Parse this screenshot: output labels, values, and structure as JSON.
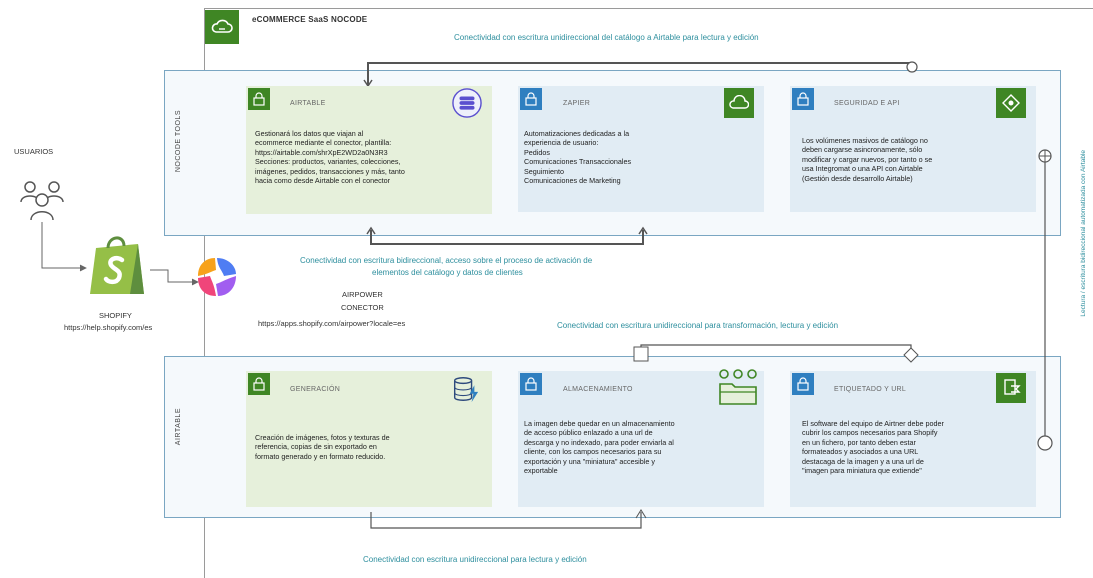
{
  "frame": {
    "title": "eCOMMERCE SaaS NOCODE"
  },
  "connections": {
    "top": "Conectividad con escritura unidireccional del catálogo a Airtable para lectura y edición",
    "middle_line1": "Conectividad con escritura bidireccional, acceso sobre el proceso de activación de",
    "middle_line2": "elementos del catálogo y datos de clientes",
    "lower": "Conectividad con escritura  unidireccional para transformación, lectura y edición",
    "bottom": "Conectividad con escritura  unidireccional para lectura y edición",
    "right_side": "Lectura / escritura bidireccional automatizada con Airtable"
  },
  "left": {
    "users_label": "USUARIOS",
    "shopify_label": "SHOPIFY",
    "shopify_url": "https://help.shopify.com/es",
    "airpower_label_1": "AIRPOWER",
    "airpower_label_2": "CONECTOR",
    "airpower_url": "https://apps.shopify.com/airpower?locale=es"
  },
  "groups": {
    "nocode_tools": "NOCODE TOOLS",
    "airtable": "AIRTABLE"
  },
  "cards": {
    "airtable": {
      "title": "AIRTABLE",
      "lines": [
        "Gestionará los datos que viajan al",
        "ecommerce mediante el conector, plantilla:",
        "https://airtable.com/shrXpE2WD2a0N3R3",
        "Secciones: productos, variantes, colecciones,",
        "imágenes, pedidos, transacciones y más, tanto",
        "hacia como desde Airtable con el conector"
      ]
    },
    "zapier": {
      "title": "ZAPIER",
      "lines": [
        "Automatizaciones dedicadas a la",
        "experiencia de usuario:",
        "Pedidos",
        "Comunicaciones Transaccionales",
        "Seguimiento",
        "Comunicaciones de Marketing"
      ]
    },
    "api": {
      "title": "SEGURIDAD E API",
      "lines": [
        "Los volúmenes masivos de catálogo no",
        "deben cargarse asincronamente, sólo",
        "modificar y cargar nuevos, por tanto o se",
        "usa Integromat o una API con Airtable",
        "(Gestión desde desarrollo Airtable)"
      ]
    },
    "generacion": {
      "title": "GENERACIÓN",
      "lines": [
        "Creación de imágenes, fotos y texturas de",
        "referencia, copias de sin exportado en",
        "formato generado y en formato reducido."
      ]
    },
    "almacenamiento": {
      "title": "ALMACENAMIENTO",
      "lines": [
        "La imagen debe quedar en un almacenamiento",
        "de acceso público enlazado a una url de",
        "descarga y no indexado, para poder enviarla al",
        "cliente, con los campos necesarios para su",
        "exportación y una \"miniatura\" accesible y",
        "exportable"
      ]
    },
    "etiquetado": {
      "title": "ETIQUETADO Y URL",
      "lines": [
        "El software del equipo de Airtner debe poder",
        "cubrir los campos necesarios para Shopify",
        "en un fichero, por tanto deben estar",
        "formateados y asociados a una URL",
        "destacaga de la imagen y a una url de",
        "\"imagen para miniatura que extiende\""
      ]
    }
  },
  "colors": {
    "green_accent": "#3f8624",
    "blue_accent": "#2f7fc0",
    "green_card": "#e6f0db",
    "blue_card": "#e1ecf4",
    "caption": "#2e8f9e",
    "connector": "#555555"
  }
}
